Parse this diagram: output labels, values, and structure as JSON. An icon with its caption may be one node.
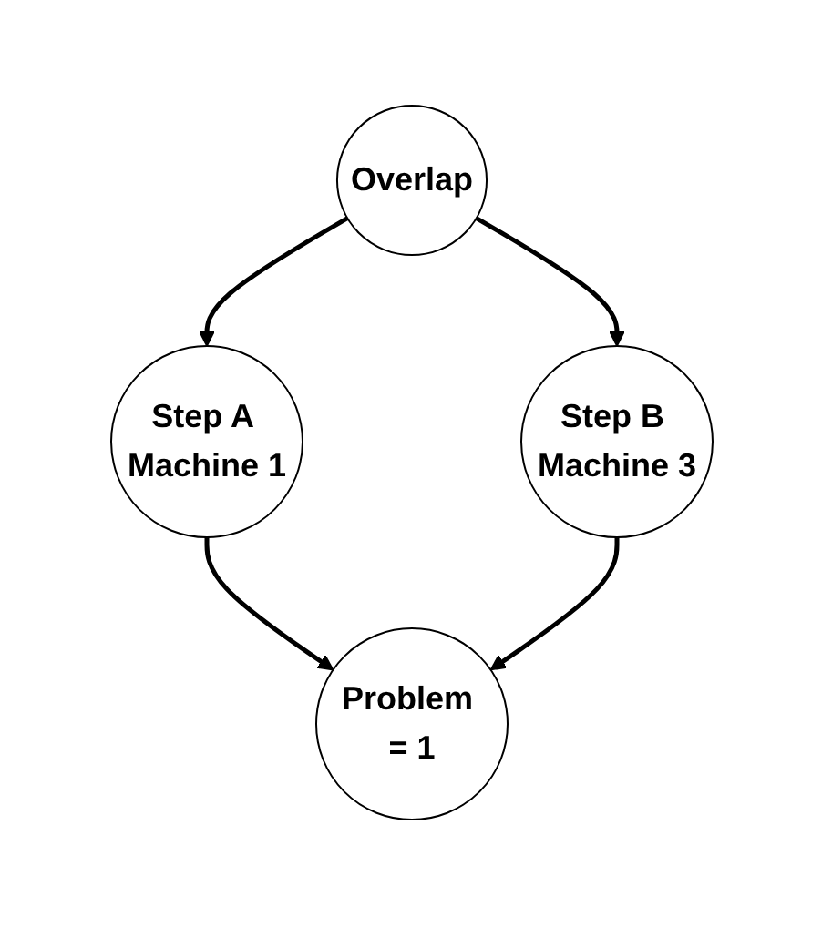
{
  "diagram": {
    "nodes": [
      {
        "text": [
          "Overlap"
        ]
      },
      {
        "text": [
          "Step A Machine 1"
        ]
      },
      {
        "text": [
          "Step B Machine 3"
        ]
      },
      {
        "text": [
          "Problem = 1"
        ]
      }
    ],
    "edges": [
      {
        "from": 0,
        "to": 1,
        "arrow": "to"
      },
      {
        "from": 0,
        "to": 2,
        "arrow": "to"
      },
      {
        "from": 1,
        "to": 3,
        "arrow": "to"
      },
      {
        "from": 2,
        "to": 3,
        "arrow": "to"
      }
    ]
  }
}
